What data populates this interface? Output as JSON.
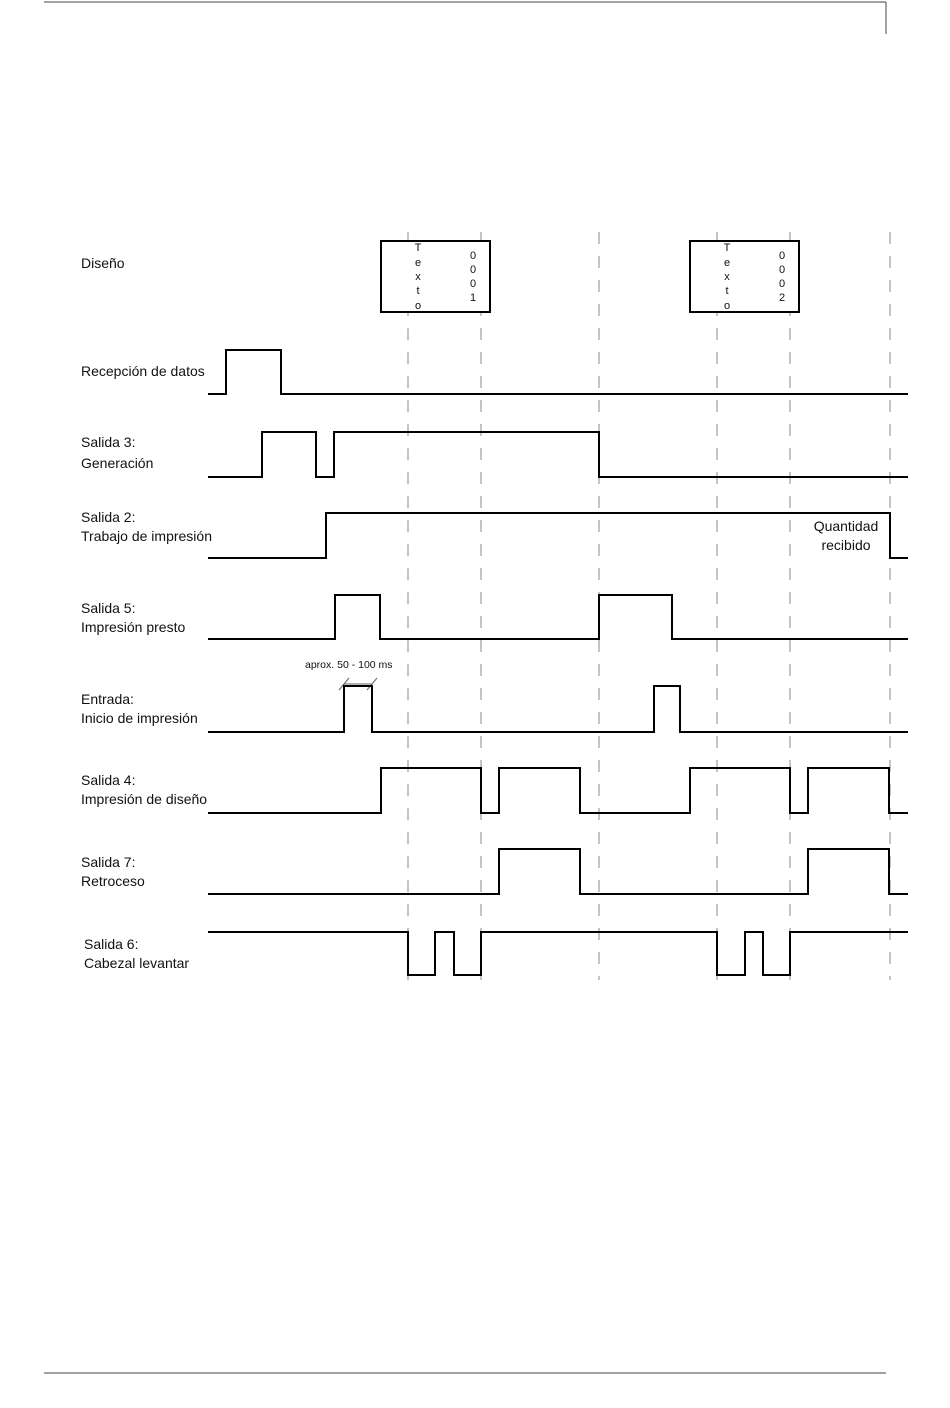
{
  "design_label": "Diseño",
  "boxes": [
    {
      "left_text": [
        "T",
        "e",
        "x",
        "t",
        "o"
      ],
      "right_text": [
        "0",
        "0",
        "0",
        "1"
      ]
    },
    {
      "left_text": [
        "T",
        "e",
        "x",
        "t",
        "o"
      ],
      "right_text": [
        "0",
        "0",
        "0",
        "2"
      ]
    }
  ],
  "signals": [
    {
      "id": "recepcion",
      "label": [
        "Recepción de datos"
      ]
    },
    {
      "id": "salida3",
      "label": [
        "Salida 3:",
        "Generación"
      ]
    },
    {
      "id": "salida2",
      "label": [
        "Salida 2:",
        "Trabajo de impresión"
      ]
    },
    {
      "id": "salida5",
      "label": [
        "Salida 5:",
        "Impresión presto"
      ]
    },
    {
      "id": "entrada",
      "label": [
        "Entrada:",
        "Inicio de impresión"
      ]
    },
    {
      "id": "salida4",
      "label": [
        "Salida 4:",
        "Impresión de diseño"
      ]
    },
    {
      "id": "salida7",
      "label": [
        "Salida 7:",
        "Retroceso"
      ]
    },
    {
      "id": "salida6",
      "label": [
        "Salida 6:",
        "Cabezal levantar"
      ]
    }
  ],
  "annotations": {
    "pulse_width": "aprox. 50 - 100 ms",
    "quantity_received": [
      "Quantidad",
      "recibido"
    ]
  }
}
